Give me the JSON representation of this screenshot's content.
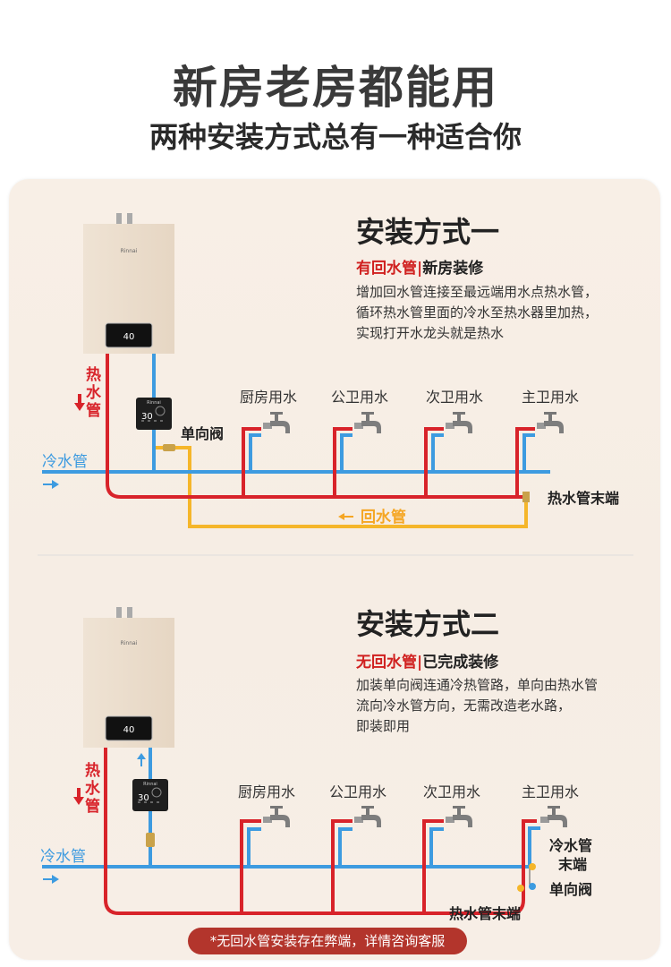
{
  "header": {
    "title": "新房老房都能用",
    "subtitle": "两种安装方式总有一种适合你"
  },
  "brand": "Rinnai",
  "colors": {
    "hot": "#d8232a",
    "cold": "#3d9be0",
    "return": "#f5b62a",
    "accent_red": "#d0201f",
    "note_bg": "#b3352c"
  },
  "method1": {
    "title": "安装方式一",
    "tag_red": "有回水管",
    "tag_sep": "|",
    "tag_dark": "新房装修",
    "desc": [
      "增加回水管连接至最远端用水点热水管，",
      "循环热水管里面的冷水至热水器里加热，",
      "实现打开水龙头就是热水"
    ],
    "heater_display": "40",
    "pump_display": "30",
    "hot_pipe_label": [
      "热",
      "水",
      "管"
    ],
    "cold_pipe_label": "冷水管",
    "check_valve_label": "单向阀",
    "outlets": [
      "厨房用水",
      "公卫用水",
      "次卫用水",
      "主卫用水"
    ],
    "hot_end_label": "热水管末端",
    "return_label": "回水管"
  },
  "method2": {
    "title": "安装方式二",
    "tag_red": "无回水管",
    "tag_sep": "|",
    "tag_dark": "已完成装修",
    "desc": [
      "加装单向阀连通冷热管路，单向由热水管",
      "流向冷水管方向，无需改造老水路，",
      "即装即用"
    ],
    "heater_display": "40",
    "pump_display": "30",
    "hot_pipe_label": [
      "热",
      "水",
      "管"
    ],
    "cold_pipe_label": "冷水管",
    "outlets": [
      "厨房用水",
      "公卫用水",
      "次卫用水",
      "主卫用水"
    ],
    "cold_end_label": [
      "冷水管",
      "末端"
    ],
    "check_valve_label": "单向阀",
    "hot_end_label": "热水管末端"
  },
  "footer_note": "*无回水管安装存在弊端，详情咨询客服"
}
